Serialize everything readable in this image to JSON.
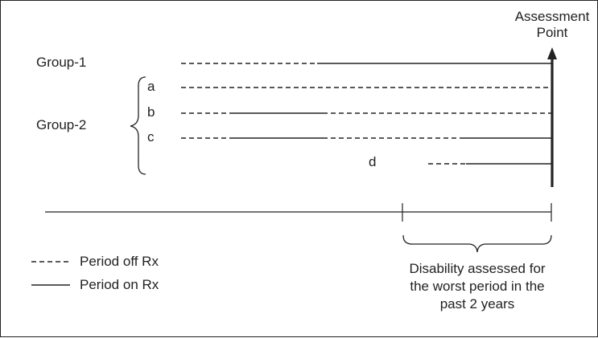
{
  "labels": {
    "assessment_point_line1": "Assessment",
    "assessment_point_line2": "Point",
    "group1": "Group-1",
    "group2": "Group-2",
    "sub_a": "a",
    "sub_b": "b",
    "sub_c": "c",
    "sub_d": "d"
  },
  "legend": {
    "off_rx": "Period off Rx",
    "on_rx": "Period on Rx"
  },
  "caption": {
    "line1": "Disability assessed for",
    "line2": "the worst period in the",
    "line3": "past 2 years"
  }
}
